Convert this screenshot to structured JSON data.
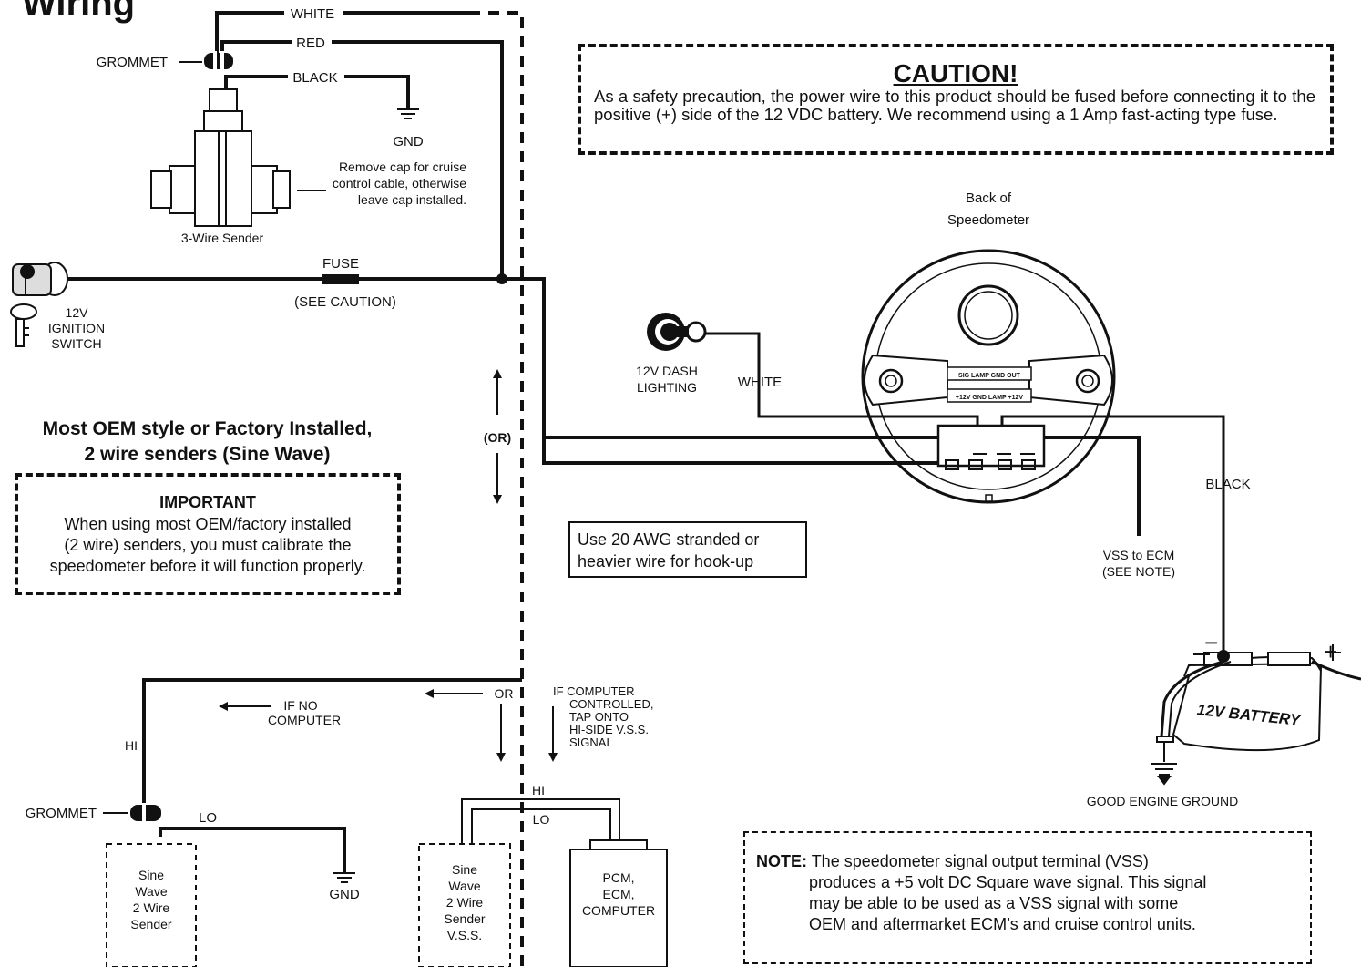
{
  "title": "Wiring",
  "caution": {
    "heading": "CAUTION!",
    "text": "As a safety precaution, the power wire to this product should be fused before connecting it to the positive (+) side of the 12 VDC battery. We recommend using a 1 Amp fast-acting type fuse."
  },
  "sender3": {
    "white": "WHITE",
    "red": "RED",
    "black": "BLACK",
    "grommet": "GROMMET",
    "gnd": "GND",
    "cap_note_1": "Remove cap for cruise",
    "cap_note_2": "control cable, otherwise",
    "cap_note_3": "leave cap installed.",
    "label": "3-Wire Sender"
  },
  "ignition": {
    "label_1": "12V",
    "label_2": "IGNITION",
    "label_3": "SWITCH",
    "fuse": "FUSE",
    "see_caution": "(SEE CAUTION)"
  },
  "speedometer": {
    "back_1": "Back of",
    "back_2": "Speedometer",
    "term_top": "SIG  LAMP  GND  OUT",
    "term_bottom": "+12V  GND  LAMP  +12V",
    "dash_1": "12V DASH",
    "dash_2": "LIGHTING",
    "white": "WHITE",
    "black": "BLACK",
    "vss_1": "VSS to ECM",
    "vss_2": "(SEE NOTE)",
    "or": "(OR)"
  },
  "battery": {
    "label": "12V BATTERY",
    "minus": "−",
    "plus": "+",
    "ground": "GOOD ENGINE GROUND"
  },
  "oem": {
    "title_1": "Most OEM style or Factory Installed,",
    "title_2": "2 wire senders (Sine Wave)",
    "important_title": "IMPORTANT",
    "important_1": "When using most OEM/factory installed",
    "important_2": "(2 wire) senders, you must calibrate the",
    "important_3": "speedometer before it will function properly."
  },
  "wire_note": {
    "line_1": "Use 20 AWG stranded or",
    "line_2": "heavier wire for hook-up"
  },
  "lower": {
    "if_no_1": "IF NO",
    "if_no_2": "COMPUTER",
    "or": "OR",
    "if_comp_1": "IF  COMPUTER",
    "if_comp_2": "CONTROLLED,",
    "if_comp_3": "TAP ONTO",
    "if_comp_4": "HI-SIDE V.S.S.",
    "if_comp_5": "SIGNAL",
    "hi_left": "HI",
    "grommet": "GROMMET",
    "lo_left": "LO",
    "gnd": "GND",
    "hi_right": "HI",
    "lo_right": "LO",
    "sender_a": [
      "Sine",
      "Wave",
      "2 Wire",
      "Sender"
    ],
    "sender_b": [
      "Sine",
      "Wave",
      "2 Wire",
      "Sender",
      "V.S.S."
    ],
    "pcm": [
      "PCM,",
      "ECM,",
      "COMPUTER"
    ]
  },
  "note": {
    "label": "NOTE:",
    "line_1": "The speedometer signal output terminal (VSS)",
    "line_2": "produces a +5 volt DC Square wave signal. This signal",
    "line_3": "may be able to be used as a VSS signal with some",
    "line_4": "OEM and aftermarket ECM’s and cruise control units."
  }
}
